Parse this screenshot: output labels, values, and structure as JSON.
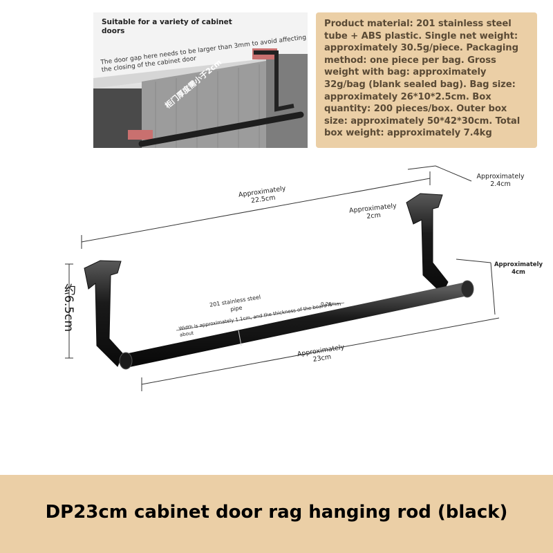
{
  "photo": {
    "caption": "Suitable for a variety of cabinet doors",
    "note": "The door gap here needs to be larger than 3mm to avoid affecting the closing of the cabinet door",
    "board_text": "柜门厚度需小于2cm"
  },
  "info": {
    "text": "Product material: 201 stainless steel tube + ABS plastic. Single net weight: approximately 30.5g/piece. Packaging method: one piece per bag. Gross weight with bag: approximately 32g/bag (blank sealed bag). Bag size: approximately 26*10*2.5cm. Box quantity: 200 pieces/box. Outer box size: approximately 50*42*30cm. Total box weight: approximately 7.4kg"
  },
  "dimensions": {
    "length_top": "Approximately 22.5cm",
    "hook_width": "Approximately 2.4cm",
    "hook_inner": "Approximately 2cm",
    "depth": "Approximately 4cm",
    "height": "约6.5cm",
    "length_bottom": "Approximately 23cm",
    "pipe_label": "201 stainless steel pipe",
    "pipe_width_note": "Width is approximately 1.1cm, and the thickness of the board is about",
    "board_thickness": "0.26mm"
  },
  "product": {
    "title": "DP23cm cabinet door rag hanging rod (black)"
  },
  "colors": {
    "band": "#ebcfa6",
    "rod": "#1e1e1e"
  }
}
